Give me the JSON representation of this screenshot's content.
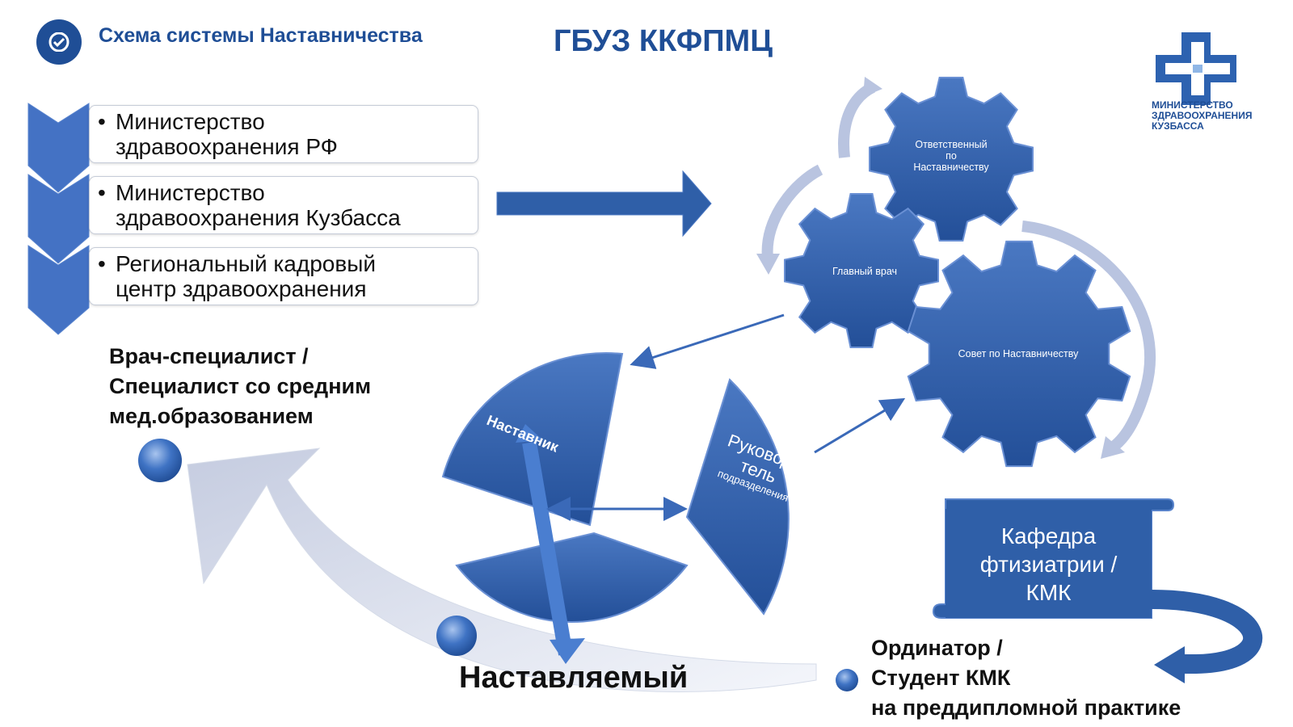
{
  "header": {
    "title": "Схема системы Наставничества",
    "organization": "ГБУЗ ККФПМЦ"
  },
  "logo": {
    "lines": [
      "МИНИСТЕРСТВО",
      "ЗДРАВООХРАНЕНИЯ",
      "КУЗБАССА"
    ]
  },
  "levels": [
    {
      "line1": "Министерство",
      "line2": "здравоохранения РФ"
    },
    {
      "line1": "Министерство",
      "line2": "здравоохранения Кузбасса"
    },
    {
      "line1": "Региональный кадровый",
      "line2": "центр здравоохранения"
    }
  ],
  "gears": {
    "responsible": [
      "Ответственный",
      "по",
      "Наставничеству"
    ],
    "chief": "Главный врач",
    "council": "Совет по Наставничеству"
  },
  "mentor": "Наставник",
  "head": {
    "line1": "Руководи",
    "line2": "тель",
    "line3": "подразделения"
  },
  "department": [
    "Кафедра",
    "фтизиатрии /",
    "КМК"
  ],
  "doctor": [
    "Врач-специалист /",
    "Специалист со средним",
    "мед.образованием"
  ],
  "trainee": "Наставляемый",
  "resident": [
    "Ординатор /",
    "Студент КМК",
    "на преддипломной практике"
  ],
  "colors": {
    "primary": "#1f4e96",
    "gear": "#2f5fa8",
    "light": "#b9c4e0"
  }
}
